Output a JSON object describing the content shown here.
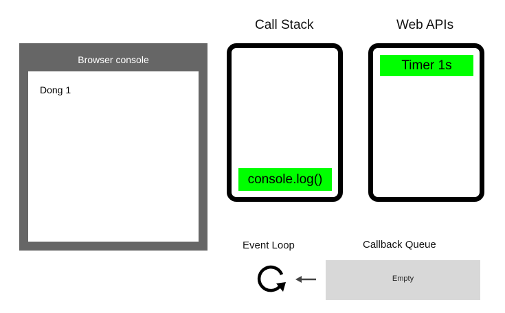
{
  "browser_console": {
    "title": "Browser console",
    "lines": [
      "Dong 1"
    ]
  },
  "call_stack": {
    "title": "Call Stack",
    "items": [
      "console.log()"
    ]
  },
  "web_apis": {
    "title": "Web APIs",
    "items": [
      "Timer 1s"
    ]
  },
  "event_loop": {
    "label": "Event Loop",
    "icon": "refresh-icon"
  },
  "callback_queue": {
    "label": "Callback Queue",
    "status": "Empty",
    "arrow_icon": "arrow-left-icon"
  },
  "colors": {
    "active_block": "#00ff00",
    "console_frame": "#666666",
    "queue_fill": "#d8d8d8"
  }
}
